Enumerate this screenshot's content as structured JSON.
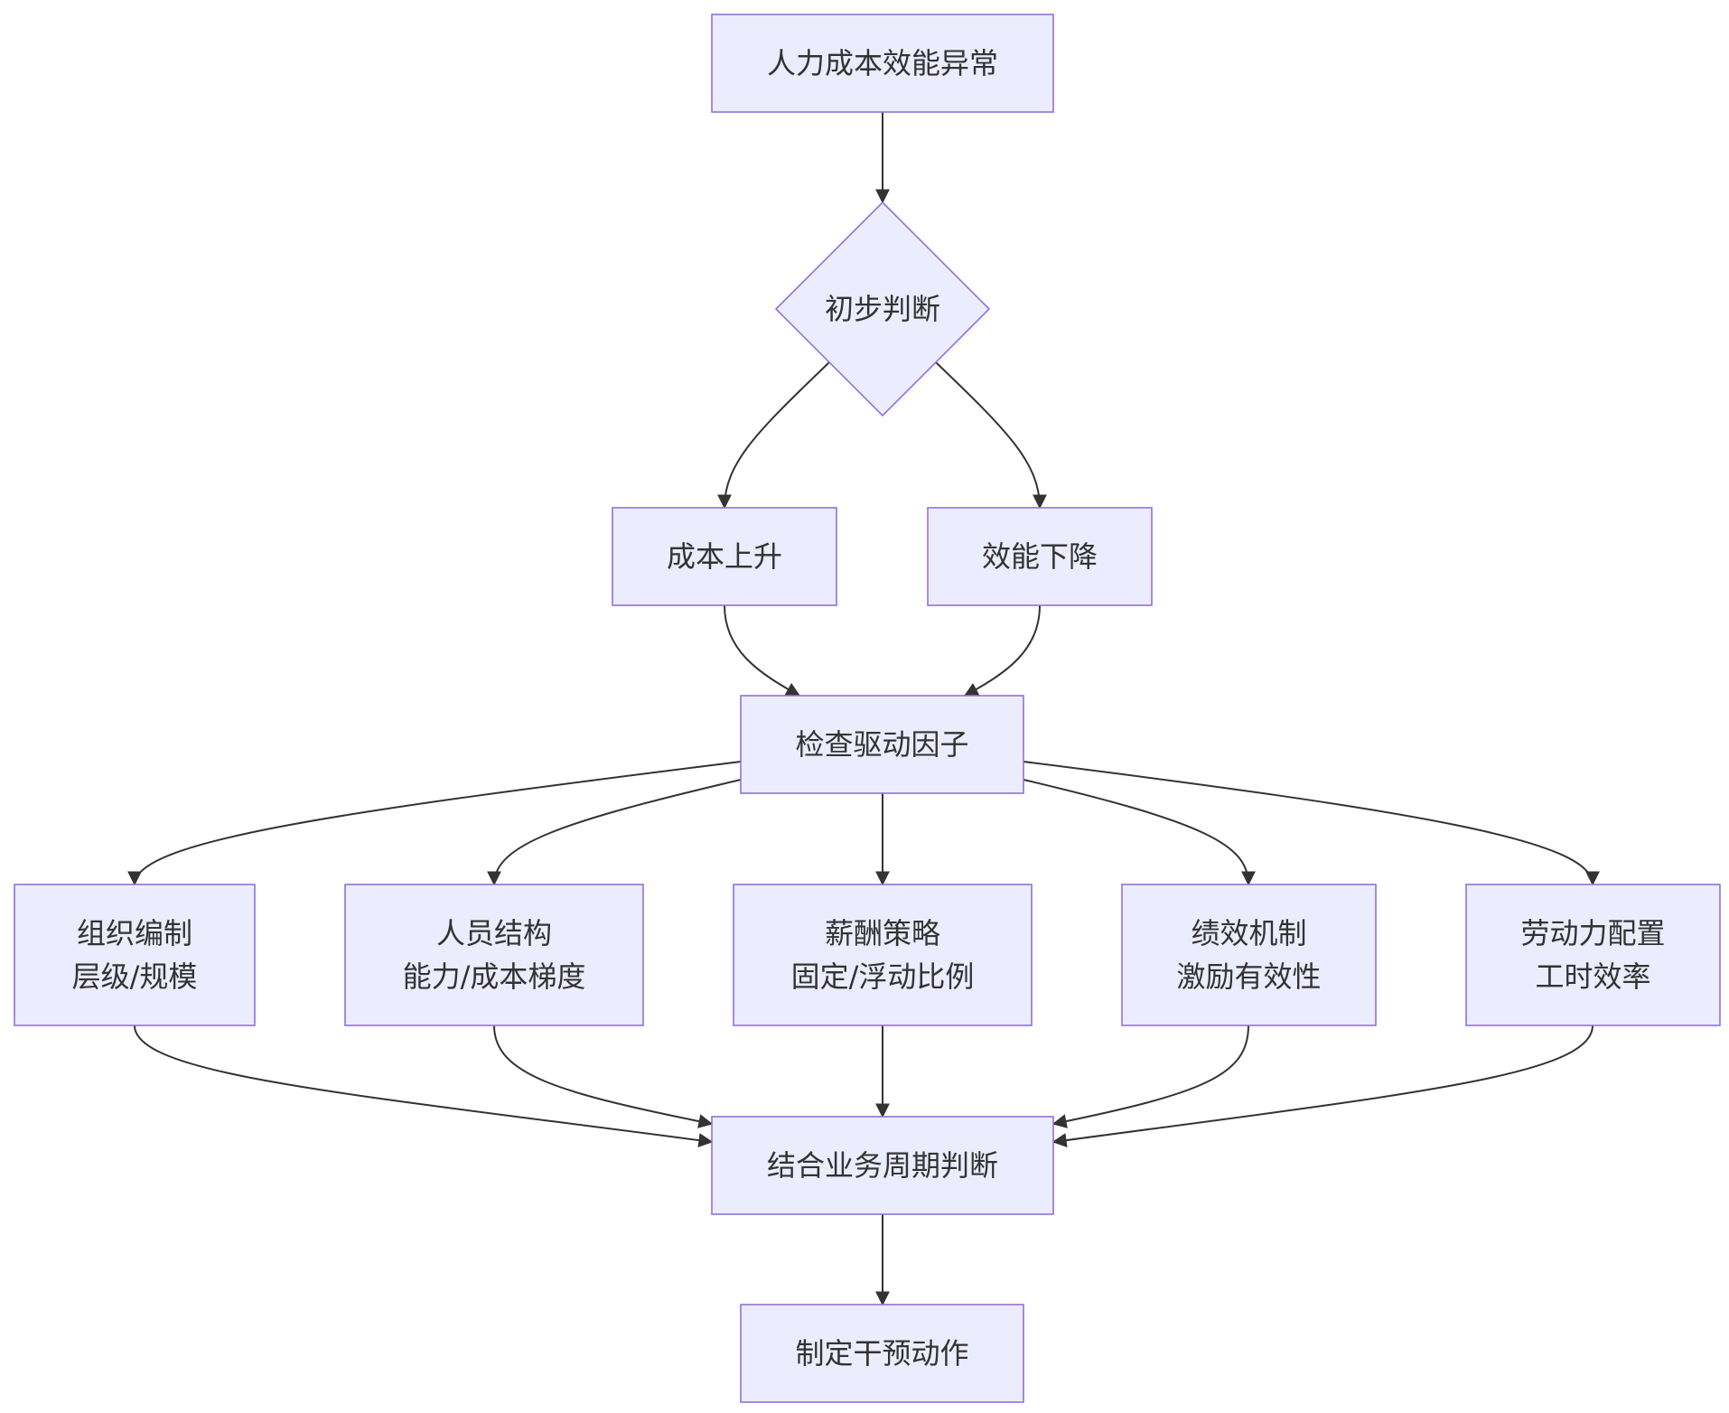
{
  "diagram": {
    "nodes": {
      "anomaly": {
        "lines": [
          "人力成本效能异常"
        ]
      },
      "judge": {
        "lines": [
          "初步判断"
        ]
      },
      "cost_up": {
        "lines": [
          "成本上升"
        ]
      },
      "eff_down": {
        "lines": [
          "效能下降"
        ]
      },
      "check": {
        "lines": [
          "检查驱动因子"
        ]
      },
      "org": {
        "lines": [
          "组织编制",
          "层级/规模"
        ]
      },
      "people": {
        "lines": [
          "人员结构",
          "能力/成本梯度"
        ]
      },
      "pay": {
        "lines": [
          "薪酬策略",
          "固定/浮动比例"
        ]
      },
      "perf": {
        "lines": [
          "绩效机制",
          "激励有效性"
        ]
      },
      "labor": {
        "lines": [
          "劳动力配置",
          "工时效率"
        ]
      },
      "cycle": {
        "lines": [
          "结合业务周期判断"
        ]
      },
      "action": {
        "lines": [
          "制定干预动作"
        ]
      }
    },
    "edges": [
      {
        "from": "anomaly",
        "to": "judge"
      },
      {
        "from": "judge",
        "to": "cost_up"
      },
      {
        "from": "judge",
        "to": "eff_down"
      },
      {
        "from": "cost_up",
        "to": "check"
      },
      {
        "from": "eff_down",
        "to": "check"
      },
      {
        "from": "check",
        "to": "org"
      },
      {
        "from": "check",
        "to": "people"
      },
      {
        "from": "check",
        "to": "pay"
      },
      {
        "from": "check",
        "to": "perf"
      },
      {
        "from": "check",
        "to": "labor"
      },
      {
        "from": "org",
        "to": "cycle"
      },
      {
        "from": "people",
        "to": "cycle"
      },
      {
        "from": "pay",
        "to": "cycle"
      },
      {
        "from": "perf",
        "to": "cycle"
      },
      {
        "from": "labor",
        "to": "cycle"
      },
      {
        "from": "cycle",
        "to": "action"
      }
    ],
    "colors": {
      "node_fill": "#ECECFF",
      "node_stroke": "#9370DB",
      "edge": "#333333",
      "text": "#333333"
    }
  }
}
